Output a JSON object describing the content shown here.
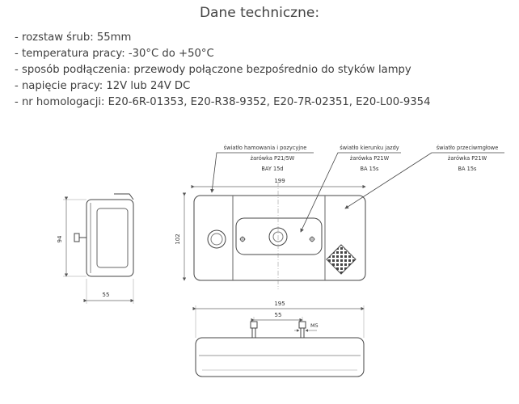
{
  "title": "Dane techniczne:",
  "specs": [
    "- rozstaw śrub: 55mm",
    "- temperatura pracy: -30°C do +50°C",
    "- sposób podłączenia: przewody połączone bezpośrednio do styków lampy",
    "- napięcie pracy: 12V lub 24V DC",
    "- nr homologacji: E20-6R-01353, E20-R38-9352, E20-7R-02351, E20-L00-9354"
  ],
  "drawing": {
    "callouts": {
      "stop": [
        "światło hamowania i pozycyjne",
        "żarówka P21/5W",
        "BAY 15d"
      ],
      "indicator": [
        "światło kierunku jazdy",
        "żarówka P21W",
        "BA 15s"
      ],
      "fog": [
        "światło przeciwmgłowe",
        "żarówka P21W",
        "BA 15s"
      ]
    },
    "dims": {
      "front_width": "199",
      "front_height": "102",
      "side_height": "94",
      "side_depth": "55",
      "bottom_width": "195",
      "bolt_spacing": "55",
      "bolt_thread": "M5"
    }
  }
}
